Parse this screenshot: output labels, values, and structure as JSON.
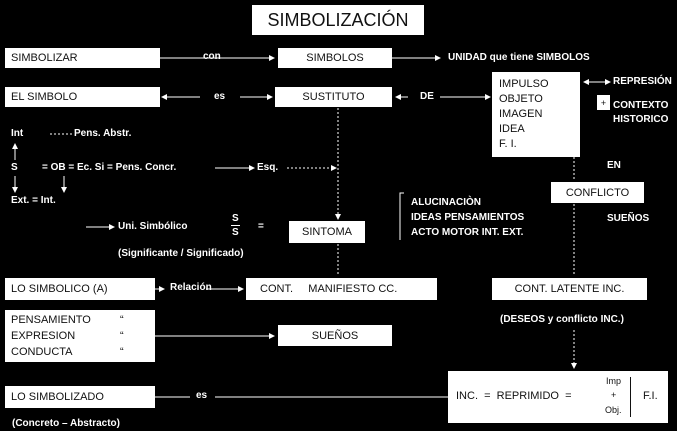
{
  "title": "SIMBOLIZACIÓN",
  "row1": {
    "left": "SIMBOLIZAR",
    "conn": "con",
    "mid": "SIMBOLOS",
    "right": "UNIDAD que tiene SIMBOLOS"
  },
  "row2": {
    "left": "EL SIMBOLO",
    "conn": "es",
    "mid": "SUSTITUTO",
    "de": "DE",
    "list": [
      "IMPULSO",
      "OBJETO",
      "IMAGEN",
      "IDEA",
      "F. I."
    ],
    "represion": "REPRESIÓN",
    "plus": "+",
    "contexto": [
      "CONTEXTO",
      "HISTORICO"
    ]
  },
  "formula": {
    "int": "Int",
    "pens_abstr": "Pens. Abstr.",
    "s": "S",
    "eq1": "= OB = Ec.  Si = Pens. Concr.",
    "esq": "Esq.",
    "ext": "Ext.  =  Int."
  },
  "en": "EN",
  "conflicto": "CONFLICTO",
  "suenos_label": "SUEÑOS",
  "sintoma_row": {
    "uni": "Uni. Simbólico",
    "num": "S",
    "den": "S",
    "eq": "=",
    "box": "SINTOMA",
    "sig": "(Significante /  Significado)",
    "list": [
      "ALUCINACIÒN",
      "IDEAS PENSAMIENTOS",
      "ACTO MOTOR INT. EXT."
    ]
  },
  "row3": {
    "left": "LO SIMBOLICO (A)",
    "conn": "Relación",
    "mid": "CONT.     MANIFIESTO CC.",
    "right": "CONT. LATENTE INC.",
    "deseos": "(DESEOS y conflicto  INC.)"
  },
  "row4": {
    "items": [
      "PENSAMIENTO",
      "EXPRESION",
      "CONDUCTA"
    ],
    "ditto": "“",
    "mid": "SUEÑOS"
  },
  "row5": {
    "left": "LO SIMBOLIZADO",
    "conn": "es",
    "note": "(Concreto – Abstracto)",
    "inc": "INC.  =  REPRIMIDO  =",
    "imp": "Imp",
    "plus": "+",
    "obj": "Obj.",
    "fi": "F.I."
  }
}
